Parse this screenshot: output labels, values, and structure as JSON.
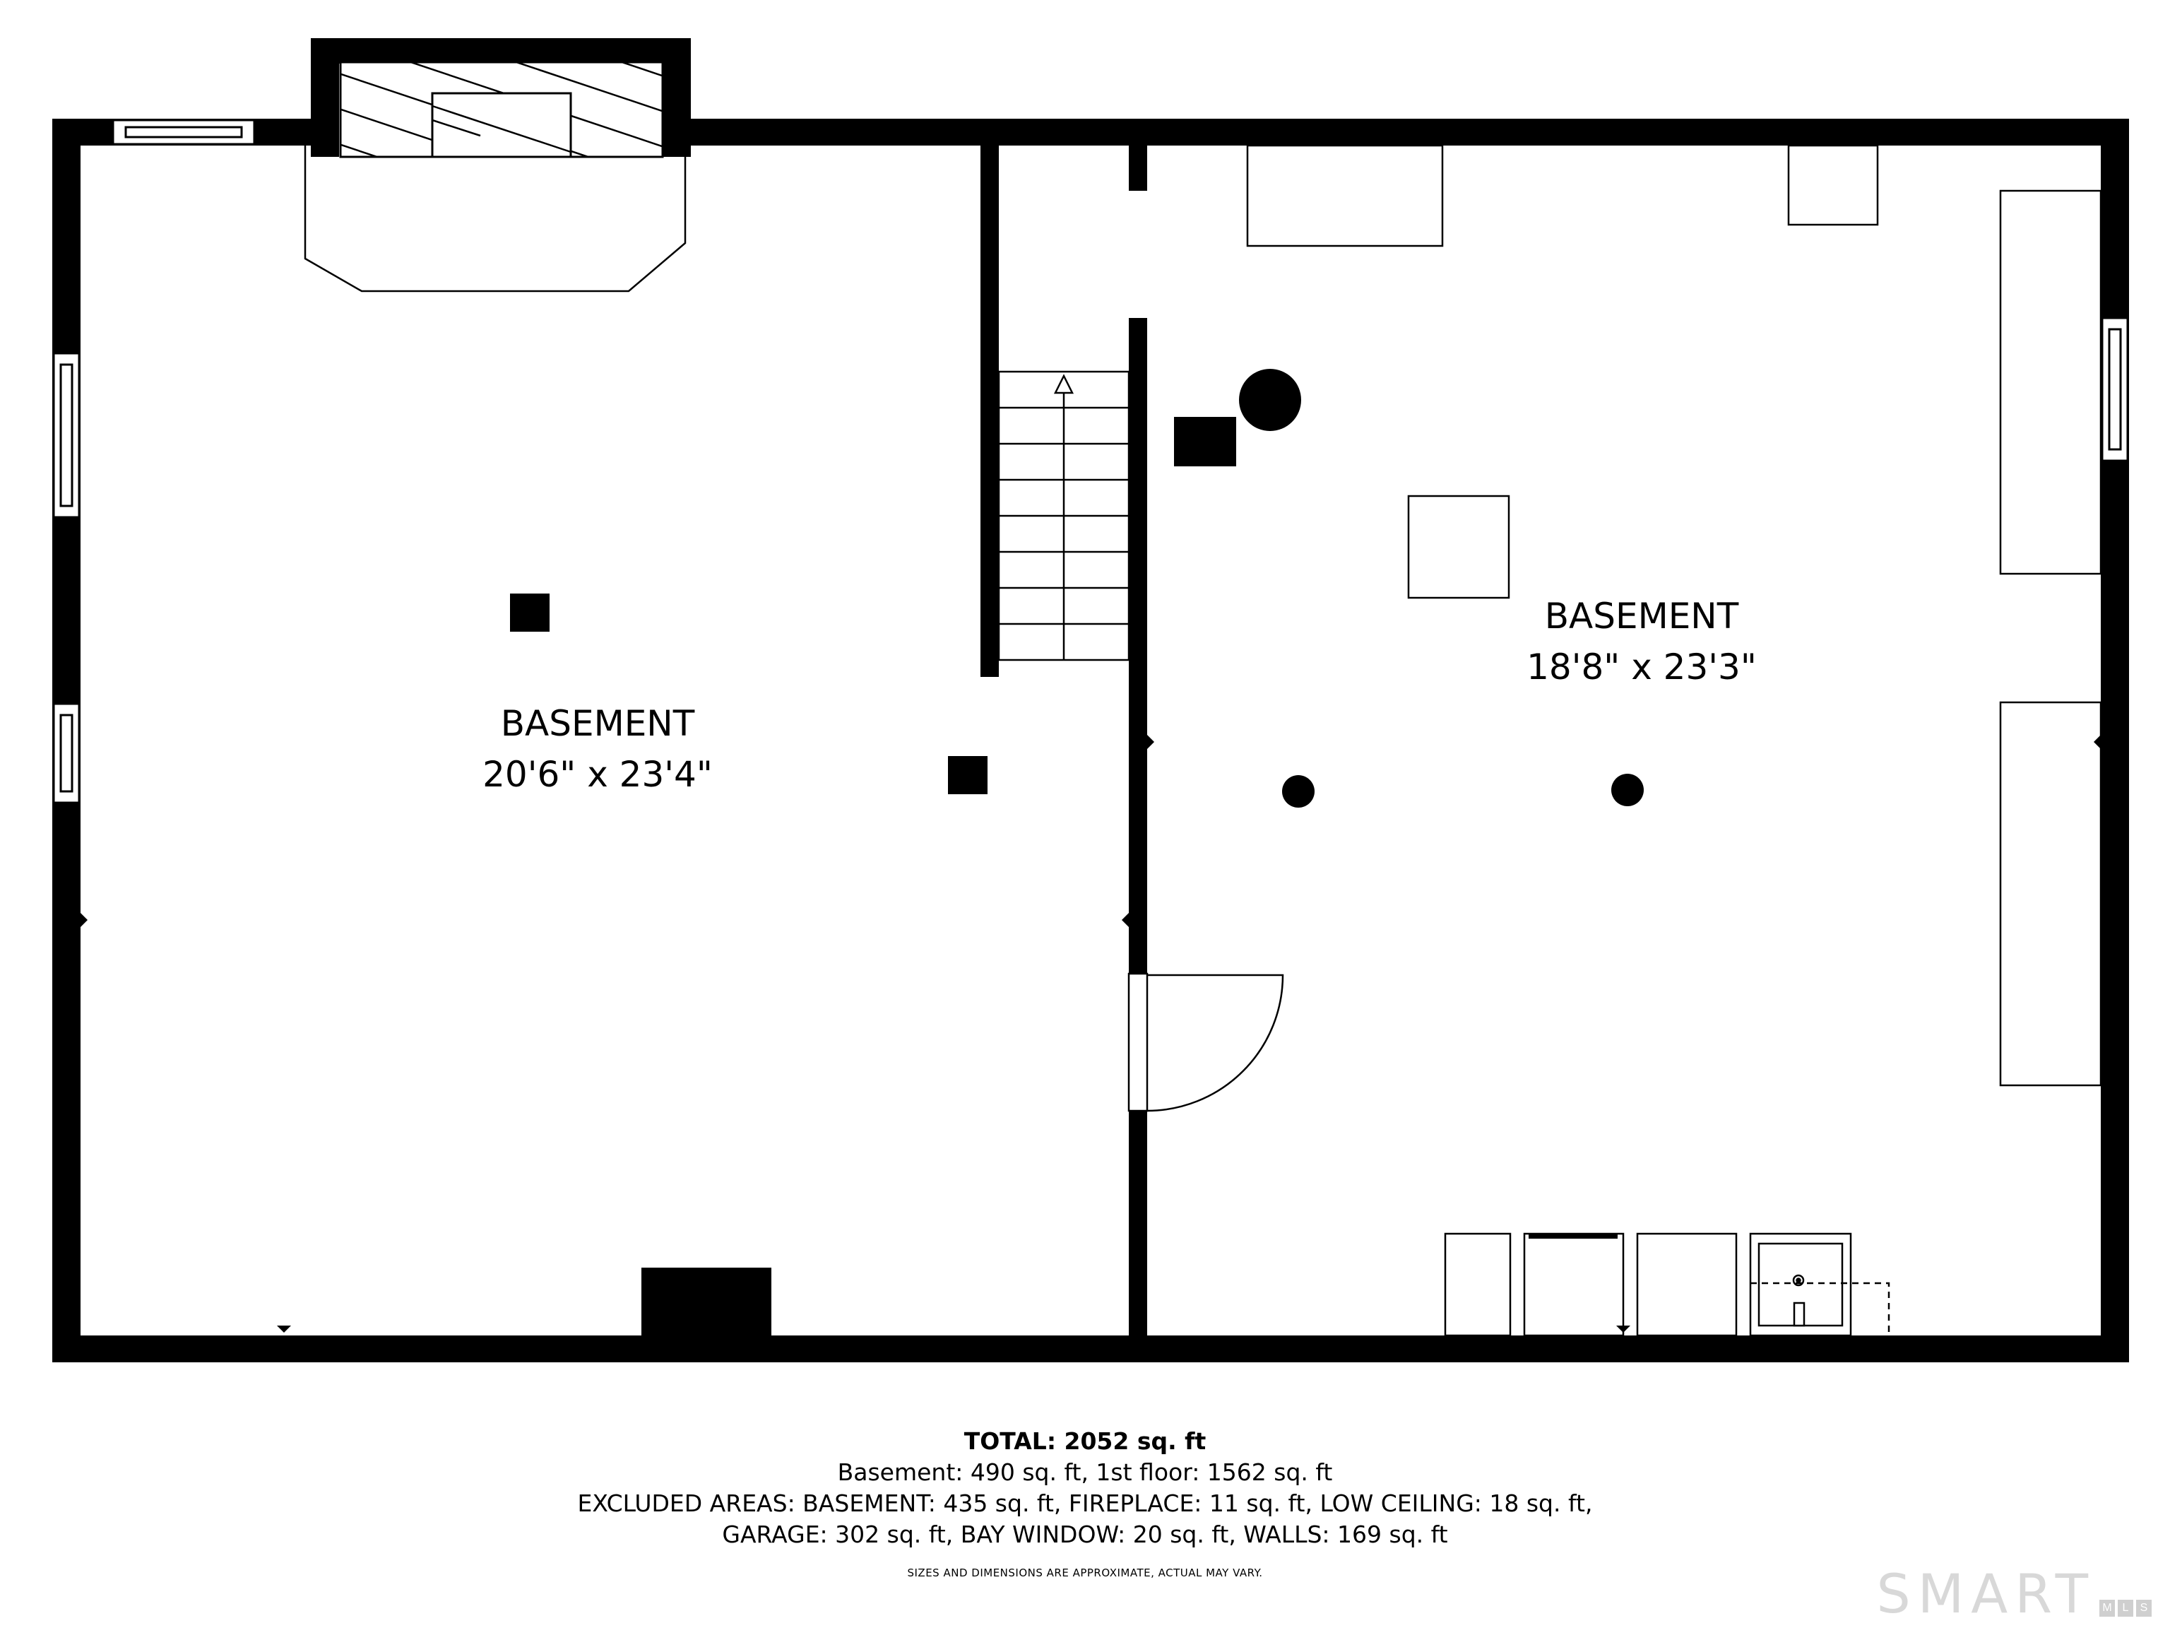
{
  "rooms": [
    {
      "name": "BASEMENT",
      "dims": "20'6\" x 23'4\""
    },
    {
      "name": "BASEMENT",
      "dims": "18'8\" x 23'3\""
    }
  ],
  "summary": {
    "total": "TOTAL: 2052 sq. ft",
    "line1": "Basement: 490 sq. ft, 1st floor: 1562 sq. ft",
    "line2": "EXCLUDED AREAS: BASEMENT: 435 sq. ft, FIREPLACE: 11 sq. ft, LOW CEILING: 18 sq. ft,",
    "line3": "GARAGE: 302 sq. ft, BAY WINDOW: 20 sq. ft, WALLS: 169 sq. ft",
    "disclaimer": "SIZES AND DIMENSIONS ARE APPROXIMATE, ACTUAL MAY VARY."
  },
  "logo": {
    "word": "SMART",
    "mls_letters": [
      "M",
      "L",
      "S"
    ]
  },
  "colors": {
    "wall": "#000000",
    "background": "#ffffff",
    "logo": "#d8d8d8"
  }
}
